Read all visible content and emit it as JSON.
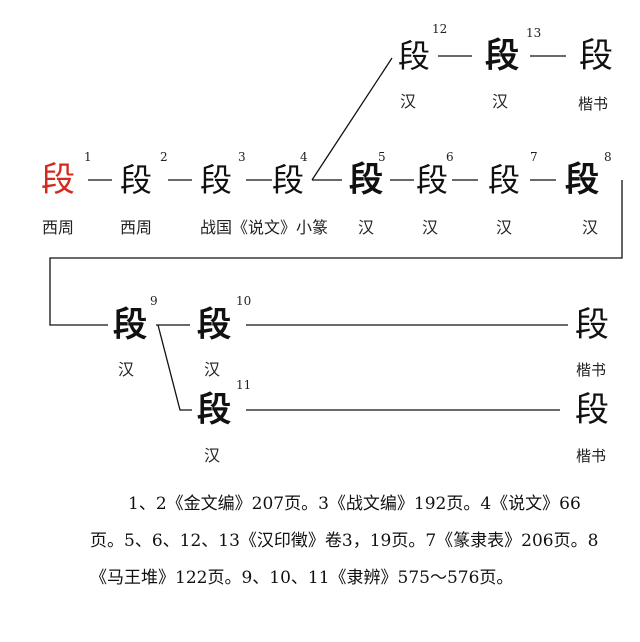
{
  "glyphs": [
    {
      "id": "1",
      "char": "段",
      "era": "西周",
      "style": "red"
    },
    {
      "id": "2",
      "char": "段",
      "era": "西周",
      "style": "seal"
    },
    {
      "id": "3",
      "char": "段",
      "era": "战国",
      "style": "seal"
    },
    {
      "id": "4",
      "char": "段",
      "era": "《说文》小篆",
      "style": "seal"
    },
    {
      "id": "5",
      "char": "段",
      "era": "汉",
      "style": "bold"
    },
    {
      "id": "6",
      "char": "段",
      "era": "汉",
      "style": "seal"
    },
    {
      "id": "7",
      "char": "段",
      "era": "汉",
      "style": "seal"
    },
    {
      "id": "8",
      "char": "段",
      "era": "汉",
      "style": "bold"
    },
    {
      "id": "9",
      "char": "段",
      "era": "汉",
      "style": "bold"
    },
    {
      "id": "10",
      "char": "段",
      "era": "汉",
      "style": "bold"
    },
    {
      "id": "11",
      "char": "段",
      "era": "汉",
      "style": "bold"
    },
    {
      "id": "12",
      "char": "段",
      "era": "汉",
      "style": "seal"
    },
    {
      "id": "13",
      "char": "段",
      "era": "汉",
      "style": "bold"
    }
  ],
  "kaishu": {
    "char": "段",
    "label": "楷书"
  },
  "caption": "1、2《金文编》207页。3《战文编》192页。4《说文》66页。5、6、12、13《汉印徵》卷3，19页。7《篆隶表》206页。8《马王堆》122页。9、10、11《隶辨》575～576页。"
}
